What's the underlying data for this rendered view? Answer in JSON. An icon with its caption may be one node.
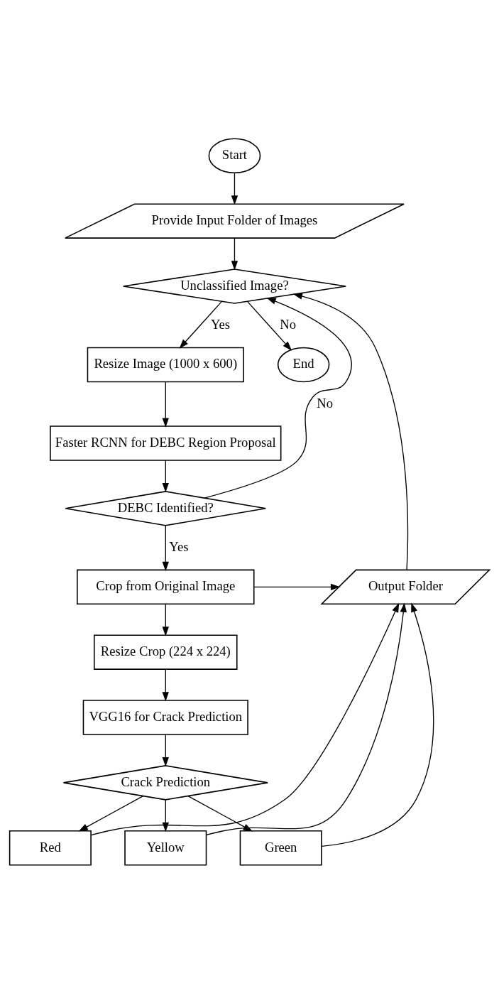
{
  "diagram": {
    "nodes": [
      {
        "text": [
          "Start"
        ]
      },
      {
        "text": [
          "Provide Input Folder of Images"
        ]
      },
      {
        "text": [
          "Unclassified Image?"
        ]
      },
      {
        "text": [
          "Resize Image (1000 x 600)"
        ]
      },
      {
        "text": [
          "Faster RCNN for DEBC Region Proposal"
        ]
      },
      {
        "text": [
          "DEBC Identified?"
        ]
      },
      {
        "text": [
          "End"
        ]
      },
      {
        "text": [
          "Crop from Original Image"
        ]
      },
      {
        "text": [
          "Output Folder"
        ]
      },
      {
        "text": [
          "Resize Crop (224 x 224)"
        ]
      },
      {
        "text": [
          "VGG16 for Crack Prediction"
        ]
      },
      {
        "text": [
          "Crack Prediction"
        ]
      },
      {
        "text": [
          "Red"
        ]
      },
      {
        "text": [
          "Yellow"
        ]
      },
      {
        "text": [
          "Green"
        ]
      }
    ],
    "edges": [
      {
        "from": 0,
        "to": 1,
        "arrow": "to"
      },
      {
        "from": 1,
        "to": 2,
        "arrow": "to"
      },
      {
        "from": 2,
        "to": 3,
        "arrow": "to",
        "label": "Yes"
      },
      {
        "from": 2,
        "to": 6,
        "arrow": "to",
        "label": "No"
      },
      {
        "from": 3,
        "to": 4,
        "arrow": "to"
      },
      {
        "from": 4,
        "to": 5,
        "arrow": "to"
      },
      {
        "from": 5,
        "to": 2,
        "arrow": "to",
        "label": "No"
      },
      {
        "from": 5,
        "to": 7,
        "arrow": "to",
        "label": "Yes"
      },
      {
        "from": 7,
        "to": 8,
        "arrow": "to"
      },
      {
        "from": 7,
        "to": 9,
        "arrow": "to"
      },
      {
        "from": 9,
        "to": 10,
        "arrow": "to"
      },
      {
        "from": 10,
        "to": 11,
        "arrow": "to"
      },
      {
        "from": 11,
        "to": 12,
        "arrow": "to"
      },
      {
        "from": 11,
        "to": 13,
        "arrow": "to"
      },
      {
        "from": 11,
        "to": 14,
        "arrow": "to"
      },
      {
        "from": 14,
        "to": 8,
        "arrow": "to"
      },
      {
        "from": 13,
        "to": 8,
        "arrow": "to"
      },
      {
        "from": 12,
        "to": 8,
        "arrow": "to"
      },
      {
        "from": 8,
        "to": 2,
        "arrow": "to"
      }
    ]
  }
}
